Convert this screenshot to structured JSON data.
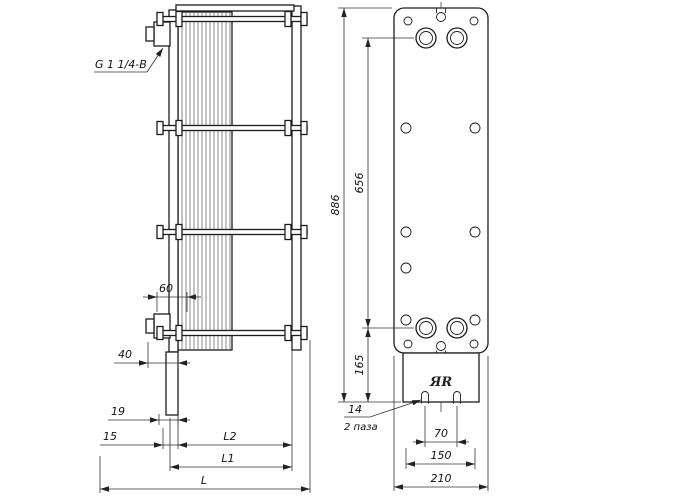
{
  "side_view": {
    "port_label": "G 1 1/4-B",
    "dim_60": "60",
    "dim_40": "40",
    "dim_19": "19",
    "dim_15": "15",
    "dim_l2": "L2",
    "dim_l1": "L1",
    "dim_l": "L"
  },
  "front_view": {
    "dim_886": "886",
    "dim_656": "656",
    "dim_165": "165",
    "dim_14": "14",
    "slots_note": "2 паза",
    "dim_70": "70",
    "dim_150": "150",
    "dim_210": "210",
    "logo": "ЯR"
  },
  "colors": {
    "line": "#1c1c1c",
    "background": "#ffffff"
  }
}
